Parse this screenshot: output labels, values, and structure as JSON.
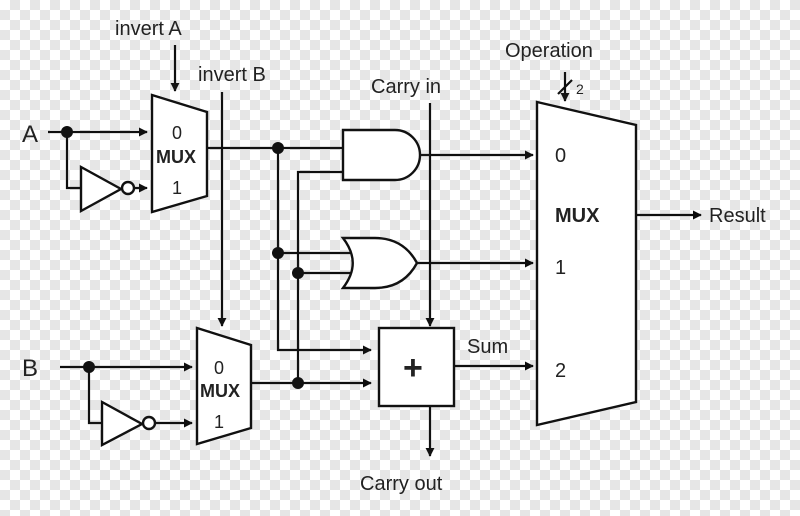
{
  "inputs": {
    "a": "A",
    "b": "B"
  },
  "controls": {
    "invert_a": "invert A",
    "invert_b": "invert B",
    "carry_in": "Carry in",
    "operation": "Operation",
    "operation_width": "2"
  },
  "input_mux": {
    "label": "MUX",
    "in0": "0",
    "in1": "1"
  },
  "adder": {
    "symbol": "+",
    "sum": "Sum",
    "carry_out": "Carry out"
  },
  "output_mux": {
    "label": "MUX",
    "in0": "0",
    "in1": "1",
    "in2": "2"
  },
  "output": {
    "result": "Result"
  },
  "colors": {
    "stroke": "#111111",
    "text": "#222222",
    "checker": "#e6e6e6"
  }
}
